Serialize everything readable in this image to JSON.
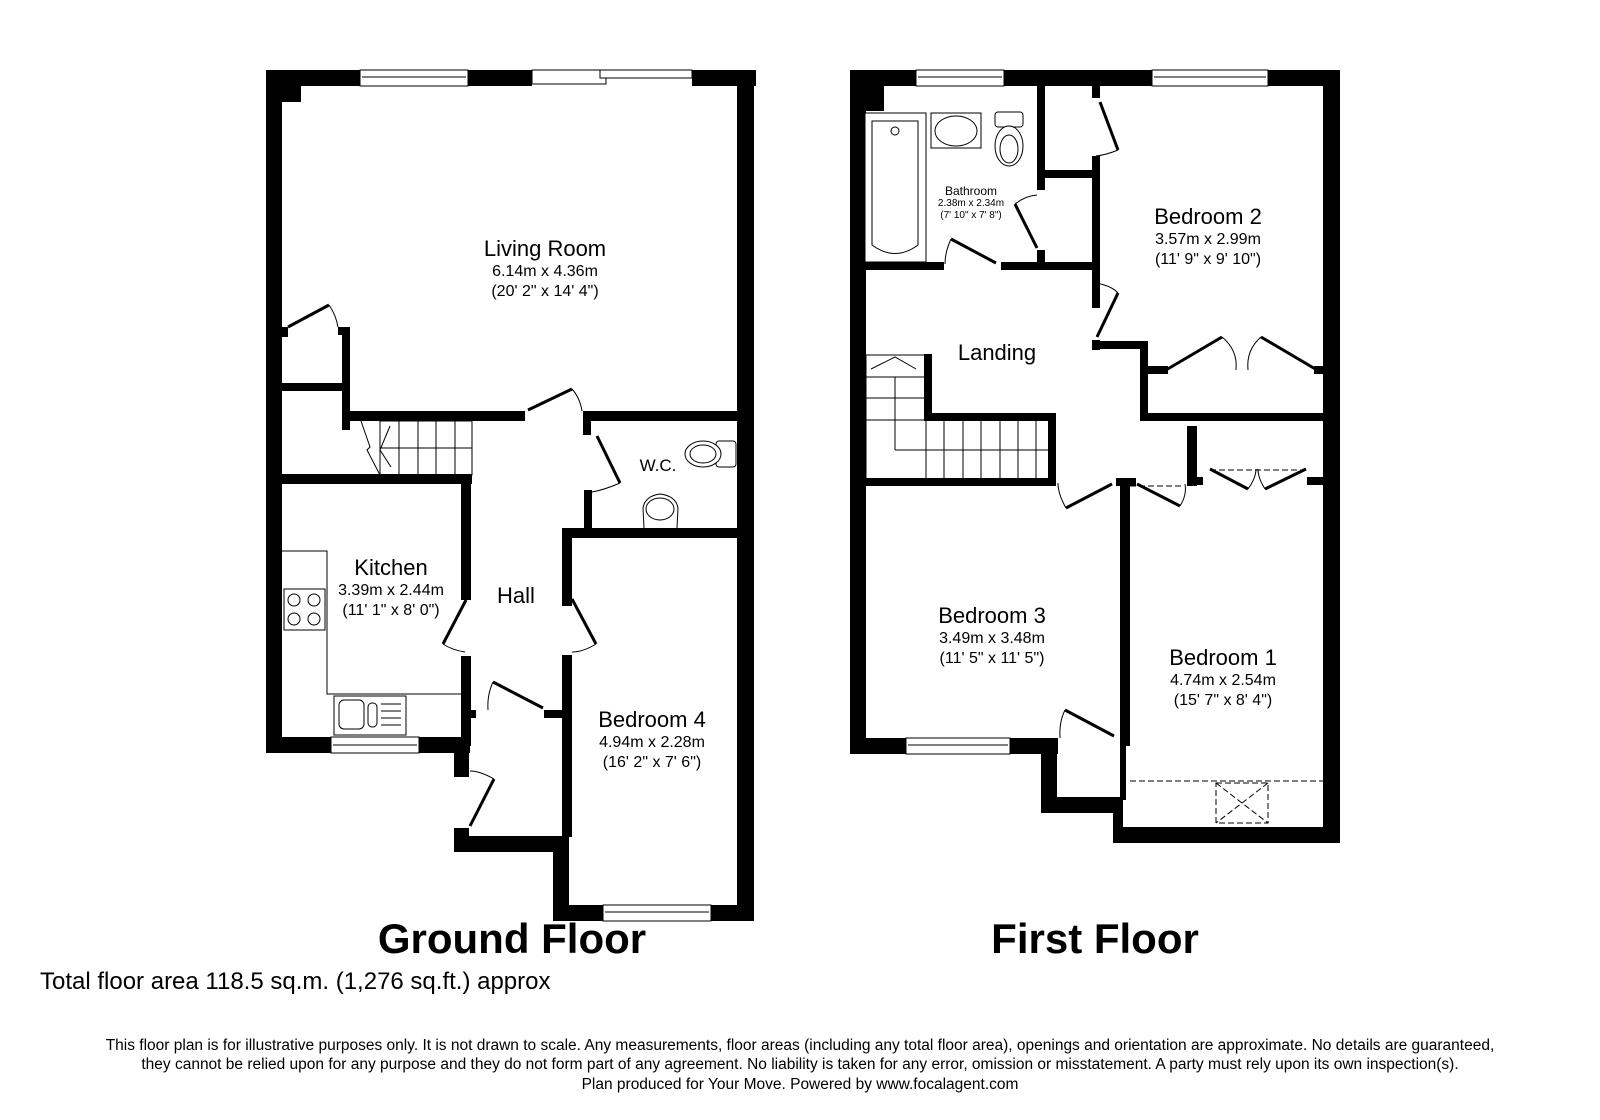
{
  "ground_floor": {
    "title": "Ground Floor",
    "rooms": [
      {
        "name": "Living Room",
        "dim_m": "6.14m x 4.36m",
        "dim_ft": "(20' 2\" x 14' 4\")"
      },
      {
        "name": "W.C.",
        "dim_m": "",
        "dim_ft": ""
      },
      {
        "name": "Kitchen",
        "dim_m": "3.39m x 2.44m",
        "dim_ft": "(11' 1\" x 8' 0\")"
      },
      {
        "name": "Hall",
        "dim_m": "",
        "dim_ft": ""
      },
      {
        "name": "Bedroom 4",
        "dim_m": "4.94m x 2.28m",
        "dim_ft": "(16' 2\" x 7' 6\")"
      }
    ]
  },
  "first_floor": {
    "title": "First Floor",
    "rooms": [
      {
        "name": "Bathroom",
        "dim_m": "2.38m x 2.34m",
        "dim_ft": "(7' 10\" x 7' 8\")"
      },
      {
        "name": "Bedroom 2",
        "dim_m": "3.57m x 2.99m",
        "dim_ft": "(11' 9\" x 9' 10\")"
      },
      {
        "name": "Landing",
        "dim_m": "",
        "dim_ft": ""
      },
      {
        "name": "Bedroom 3",
        "dim_m": "3.49m x 3.48m",
        "dim_ft": "(11' 5\" x 11' 5\")"
      },
      {
        "name": "Bedroom 1",
        "dim_m": "4.74m x 2.54m",
        "dim_ft": "(15' 7\" x 8' 4\")"
      }
    ]
  },
  "footer": {
    "total_area": "Total floor area 118.5 sq.m. (1,276 sq.ft.) approx",
    "disclaimer_line1": "This floor plan is for illustrative purposes only. It is not drawn to scale. Any measurements, floor areas (including any total floor area), openings and orientation are approximate. No details are guaranteed,",
    "disclaimer_line2": "they cannot be relied upon for any purpose and they do not form part of any agreement. No liability is taken for any error, omission or misstatement. A party must rely upon its own inspection(s).",
    "disclaimer_line3": "Plan produced for Your Move. Powered by www.focalagent.com"
  }
}
